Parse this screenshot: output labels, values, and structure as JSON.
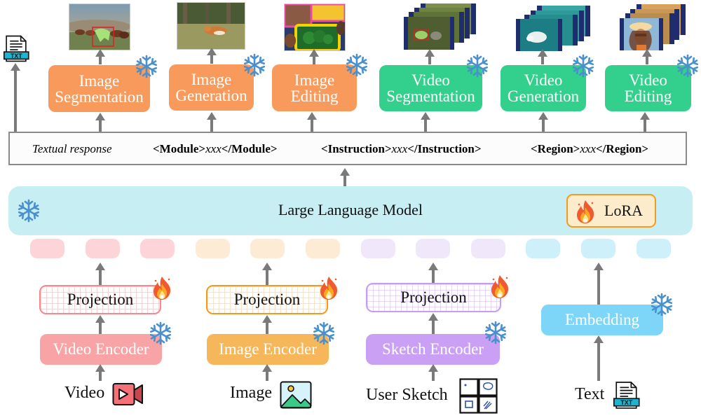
{
  "output": {
    "text_output_icon": "txt-file-icon",
    "text_output_icon_label": "TXT",
    "modules": [
      {
        "title_line1": "Image",
        "title_line2": "Segmentation",
        "kind": "image",
        "frozen": true,
        "preview": "horses-with-segmented-horse"
      },
      {
        "title_line1": "Image",
        "title_line2": "Generation",
        "kind": "image",
        "frozen": true,
        "preview": "running-corgi"
      },
      {
        "title_line1": "Image",
        "title_line2": "Editing",
        "kind": "image",
        "frozen": true,
        "preview": "bento-box-food"
      },
      {
        "title_line1": "Video",
        "title_line2": "Segmentation",
        "kind": "video",
        "frozen": true,
        "preview": "turtle-video-frames"
      },
      {
        "title_line1": "Video",
        "title_line2": "Generation",
        "kind": "video",
        "frozen": true,
        "preview": "polar-bear-video-frames"
      },
      {
        "title_line1": "Video",
        "title_line2": "Editing",
        "kind": "video",
        "frozen": true,
        "preview": "woman-in-hat-video-frames"
      }
    ]
  },
  "response_bar": {
    "textual_response": "Textual response",
    "module_open": "<Module>",
    "module_inner": "xxx",
    "module_close": "</Module>",
    "instruction_open": "<Instruction>",
    "instruction_inner": "xxx",
    "instruction_close": "</Instruction>",
    "region_open": "<Region>",
    "region_inner": "xxx",
    "region_close": "</Region>"
  },
  "llm": {
    "label": "Large Language Model",
    "frozen": true,
    "lora_label": "LoRA",
    "lora_trainable": true
  },
  "tokens": {
    "colors": [
      "#fdd5d8",
      "#fdd5d8",
      "#fdd5d8",
      "#fdebd5",
      "#fdebd5",
      "#fdebd5",
      "#f1e7fb",
      "#f1e7fb",
      "#f1e7fb",
      "#cdf0fb",
      "#cdf0fb",
      "#cdf0fb"
    ]
  },
  "inputs": [
    {
      "projection": "Projection",
      "encoder": "Video Encoder",
      "input_label": "Video",
      "icon": "video-camera-icon",
      "projection_trainable": true,
      "encoder_frozen": true
    },
    {
      "projection": "Projection",
      "encoder": "Image Encoder",
      "input_label": "Image",
      "icon": "image-picture-icon",
      "projection_trainable": true,
      "encoder_frozen": true
    },
    {
      "projection": "Projection",
      "encoder": "Sketch Encoder",
      "input_label": "User Sketch",
      "icon": "sketch-grid-icon",
      "projection_trainable": true,
      "encoder_frozen": true
    },
    {
      "encoder": "Embedding",
      "input_label": "Text",
      "icon": "txt-file-icon",
      "icon_label": "TXT",
      "encoder_frozen": true
    }
  ],
  "colors": {
    "image_module": "#f89a5c",
    "video_module": "#33cf8c",
    "llm_bg": "#c6eef3",
    "lora_bg": "#fdeccb",
    "lora_border": "#f39a1f",
    "snowflake": "#4a90cc",
    "arrow": "#7a7a7a",
    "video_encoder": "#f8a4a6",
    "image_encoder": "#f6b65a",
    "sketch_encoder": "#c9a0f4",
    "embedding": "#7dd6f7"
  }
}
